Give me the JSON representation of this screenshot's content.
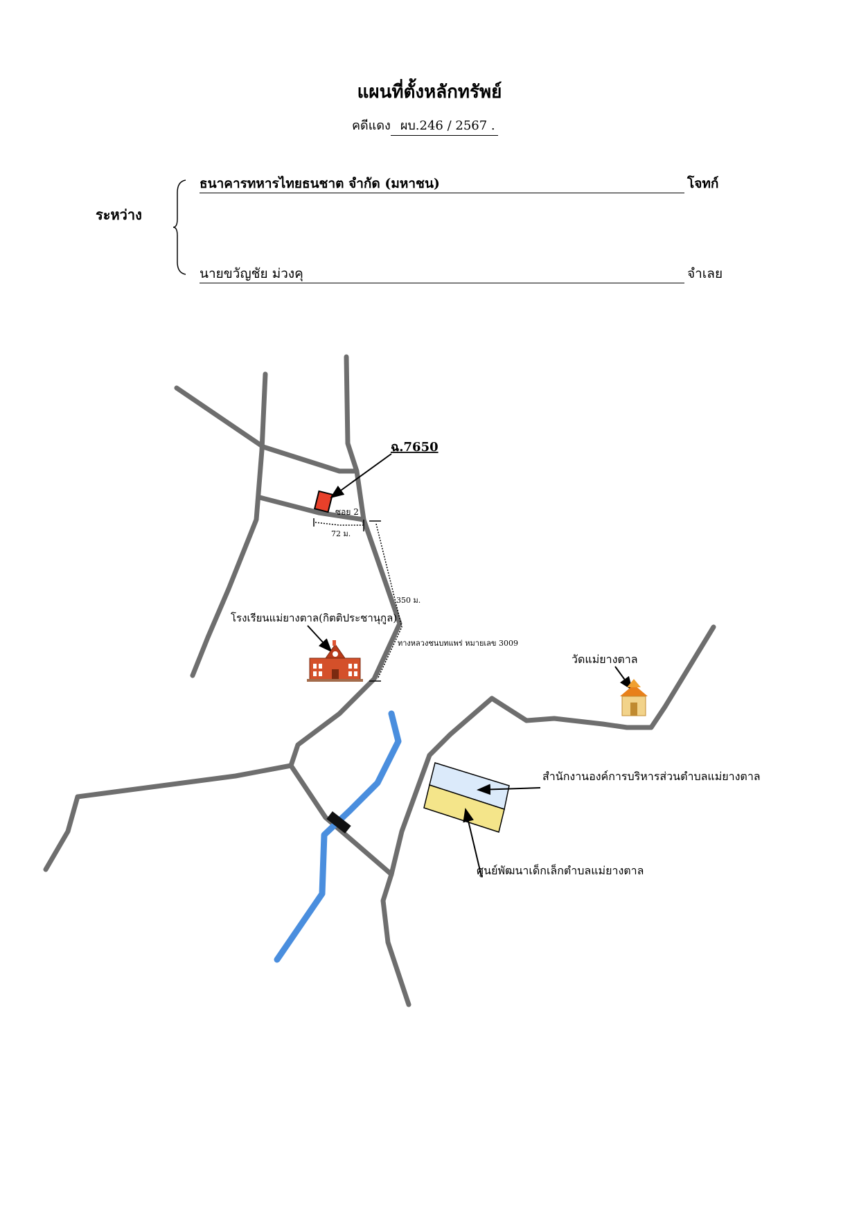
{
  "header": {
    "title": "แผนที่ตั้งหลักทรัพย์",
    "case_label": "คดีแดง",
    "case_number": "ผบ.246 / 2567 ."
  },
  "parties": {
    "between_label": "ระหว่าง",
    "plaintiff": "ธนาคารทหารไทยธนชาต จำกัด (มหาชน)",
    "plaintiff_role": "โจทก์",
    "defendant": "นายขวัญชัย  ม่วงคุ",
    "defendant_role": "จำเลย"
  },
  "map": {
    "plot_label": "ฉ.7650",
    "soi_label": "ซอย 2",
    "distance_short": "72 ม.",
    "distance_long": "350 ม.",
    "highway_label": "ทางหลวงชนบทแพร่ หมายเลข 3009",
    "school_label": "โรงเรียนแม่ยางตาล(กิตติประชานุกูล)",
    "temple_label": "วัดแม่ยางตาล",
    "office_label": "สำนักงานองค์การบริหารส่วนตำบลแม่ยางตาล",
    "childcare_label": "ศูนย์พัฒนาเด็กเล็กตำบลแม่ยางตาล",
    "colors": {
      "road": "#6e6e6e",
      "river": "#4a8ede",
      "plot": "#e8402a",
      "office": "#dbeafa",
      "childcare": "#f4e58a"
    }
  }
}
